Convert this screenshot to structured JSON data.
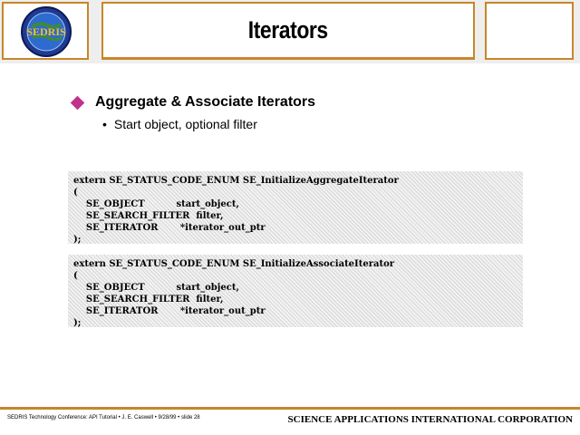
{
  "slide": {
    "title": "Iterators"
  },
  "logo": {
    "text": "SEDRIS"
  },
  "content": {
    "bullet": "Aggregate  & Associate Iterators",
    "sub_bullet": "Start object, optional filter"
  },
  "code_blocks": [
    "extern SE_STATUS_CODE_ENUM SE_InitializeAggregateIterator\n(\n    SE_OBJECT          start_object,\n    SE_SEARCH_FILTER  filter,\n    SE_ITERATOR       *iterator_out_ptr\n);",
    "extern SE_STATUS_CODE_ENUM SE_InitializeAssociateIterator\n(\n    SE_OBJECT          start_object,\n    SE_SEARCH_FILTER  filter,\n    SE_ITERATOR       *iterator_out_ptr\n);"
  ],
  "footer": {
    "left": "SEDRIS Technology Conference: API Tutorial  • J. E. Caswell  • 9/28/99  • slide 28",
    "right": "SCIENCE APPLICATIONS INTERNATIONAL CORPORATION"
  },
  "colors": {
    "frame": "#c8862a",
    "bullet": "#c0338c",
    "logo_ring": "#1f3a93",
    "logo_text": "#f2c21b"
  }
}
